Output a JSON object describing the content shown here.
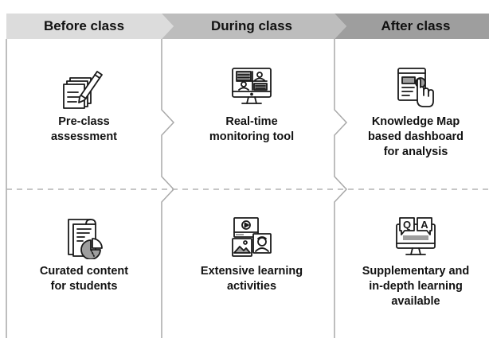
{
  "columns": [
    {
      "header": "Before class",
      "top": {
        "icon": "pen-and-paper-icon",
        "label_lines": [
          "Pre-class",
          "assessment"
        ]
      },
      "bottom": {
        "icon": "document-pie-chart-icon",
        "label_lines": [
          "Curated content",
          "for students"
        ]
      }
    },
    {
      "header": "During class",
      "top": {
        "icon": "monitor-video-call-icon",
        "label_lines": [
          "Real-time",
          "monitoring tool"
        ]
      },
      "bottom": {
        "icon": "media-collage-icon",
        "label_lines": [
          "Extensive learning",
          "activities"
        ]
      }
    },
    {
      "header": "After class",
      "top": {
        "icon": "dashboard-click-icon",
        "label_lines": [
          "Knowledge Map",
          "based dashboard",
          "for analysis"
        ]
      },
      "bottom": {
        "icon": "monitor-qa-icon",
        "label_lines": [
          "Supplementary and",
          "in-depth learning",
          "available"
        ]
      }
    }
  ],
  "colors": {
    "header_1": "#dcdcdc",
    "header_2": "#bdbdbd",
    "header_3": "#9e9e9e",
    "divider": "#a8a8a8",
    "dashed": "#b3b3b3",
    "icon_stroke": "#1a1a1a"
  }
}
